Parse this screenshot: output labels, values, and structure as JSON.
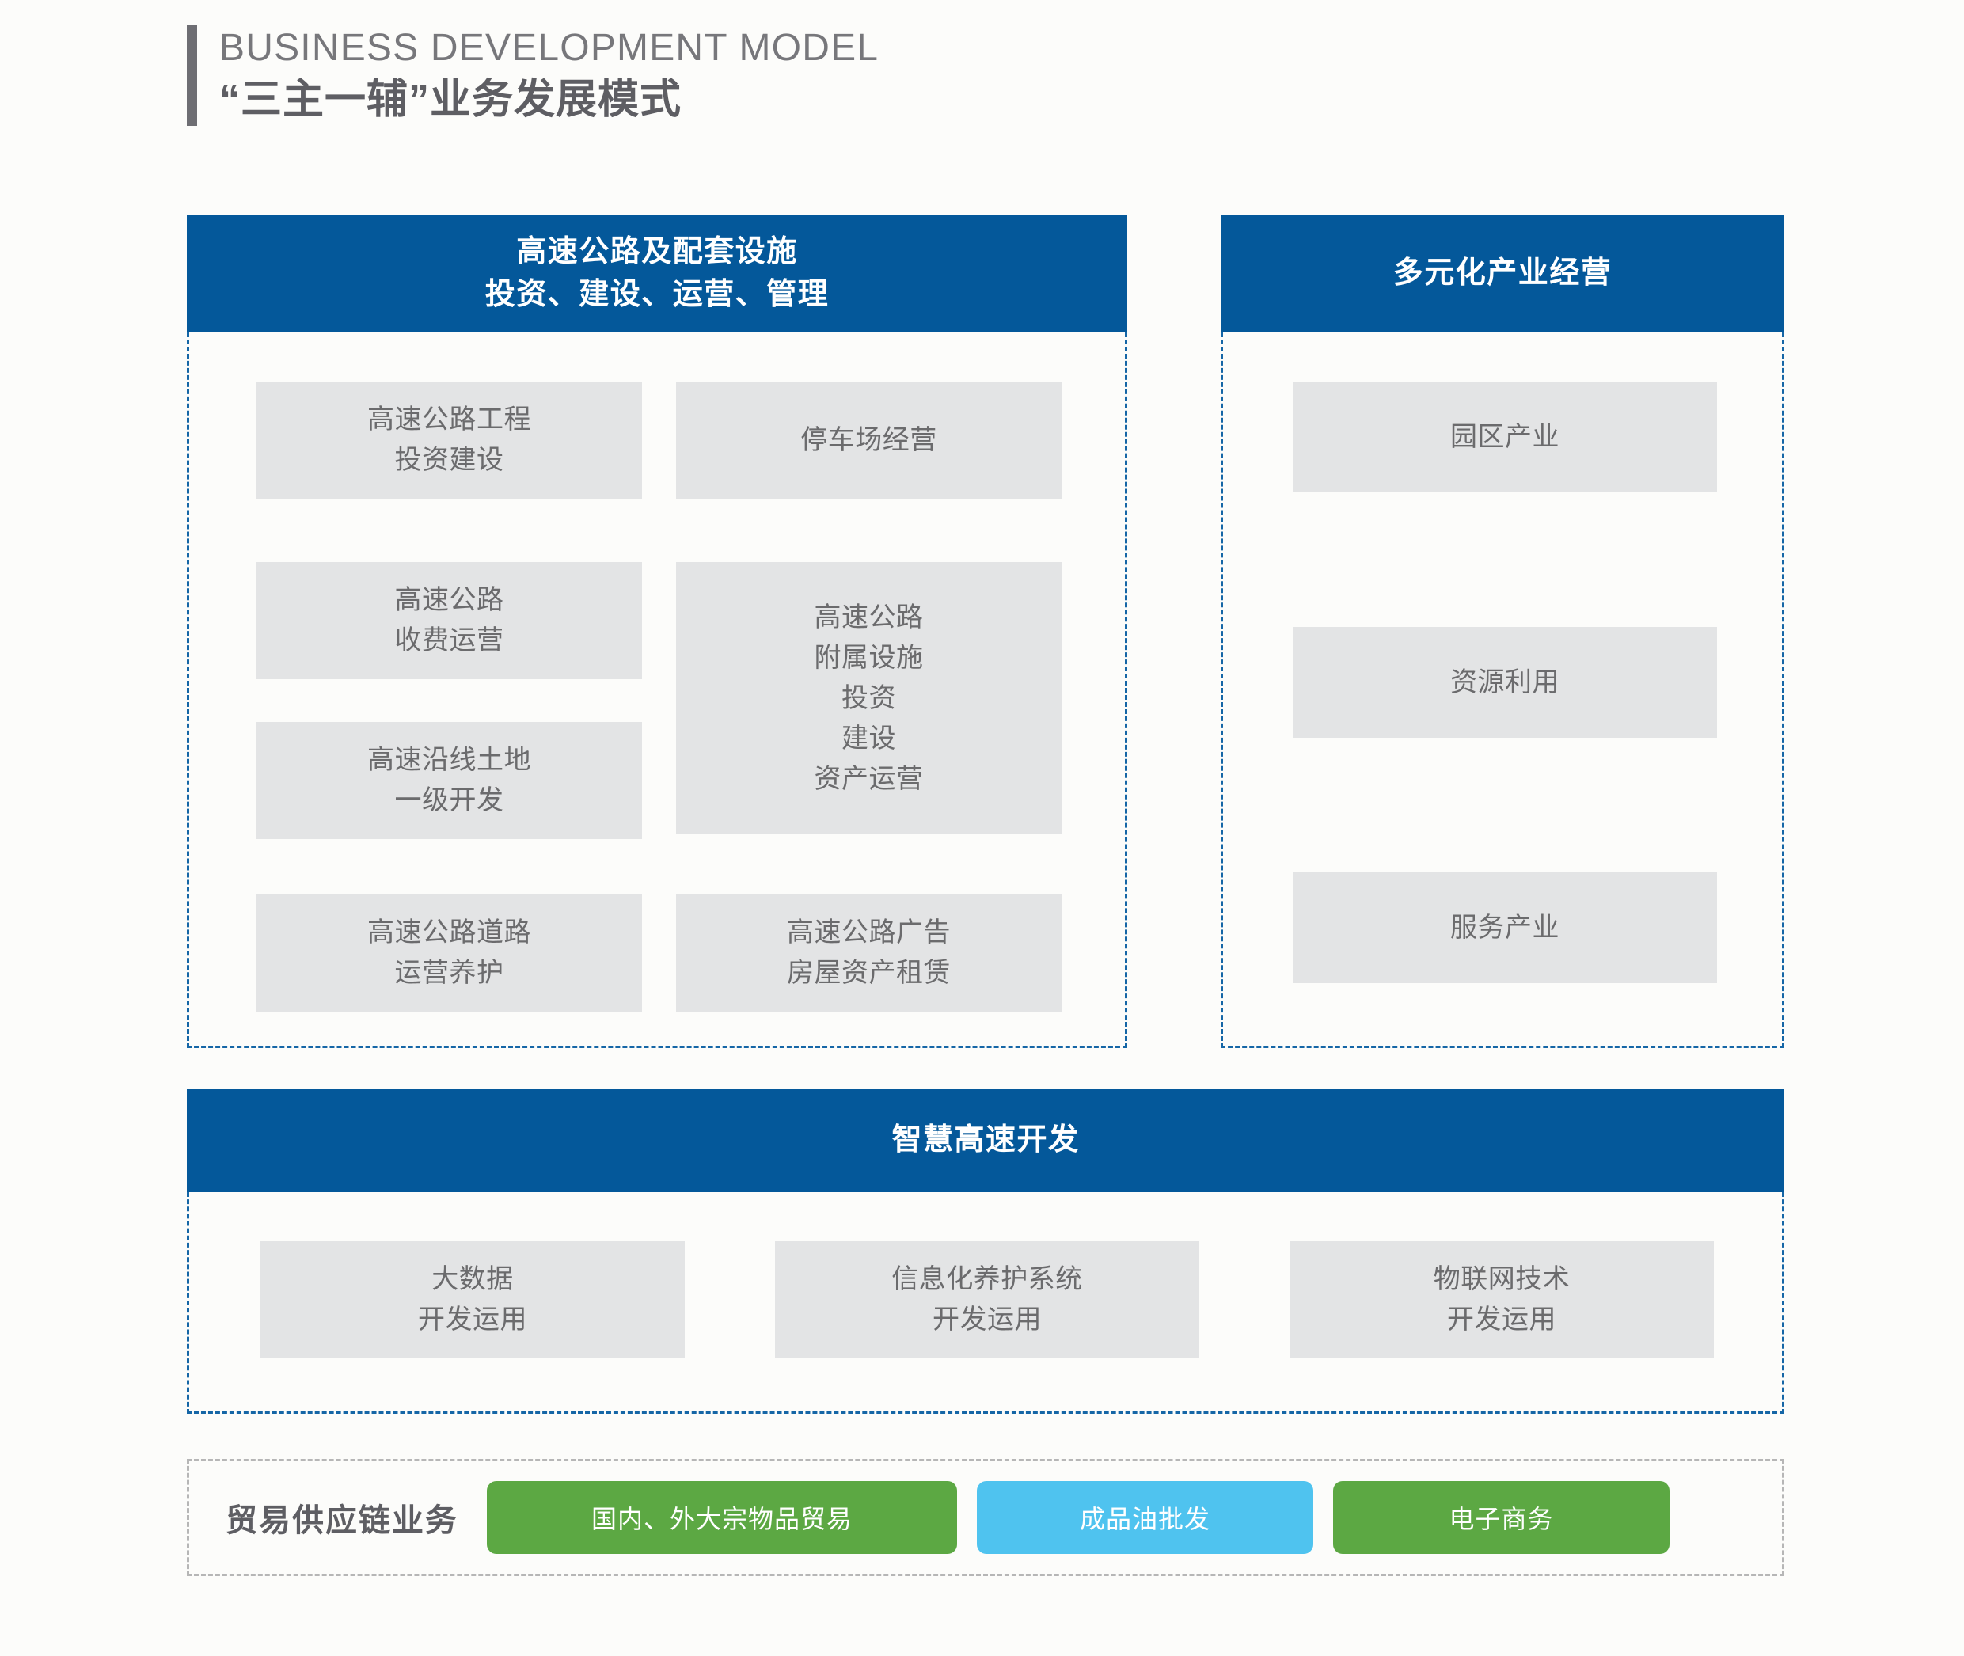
{
  "header": {
    "title_en": "BUSINESS DEVELOPMENT MODEL",
    "title_cn": "“三主一辅”业务发展模式"
  },
  "colors": {
    "brand_blue": "#04589A",
    "dashed_blue": "#1566A6",
    "dashed_gray": "#B6B6B6",
    "box_gray": "#E3E4E5",
    "text_gray": "#6B6B6D",
    "green": "#5CA843",
    "cyan": "#4FC3EF",
    "page_bg": "#FCFCFA"
  },
  "sections": {
    "highway": {
      "head_line1": "高速公路及配套设施",
      "head_line2": "投资、建设、运营、管理",
      "boxes": [
        {
          "id": "hw-b1",
          "lines": [
            "高速公路工程",
            "投资建设"
          ]
        },
        {
          "id": "hw-b2",
          "lines": [
            "停车场经营"
          ]
        },
        {
          "id": "hw-b3",
          "lines": [
            "高速公路",
            "收费运营"
          ]
        },
        {
          "id": "hw-b4",
          "lines": [
            "高速公路",
            "附属设施",
            "投资",
            "建设",
            "资产运营"
          ]
        },
        {
          "id": "hw-b5",
          "lines": [
            "高速沿线土地",
            "一级开发"
          ]
        },
        {
          "id": "hw-b6",
          "lines": [
            "高速公路道路",
            "运营养护"
          ]
        },
        {
          "id": "hw-b7",
          "lines": [
            "高速公路广告",
            "房屋资产租赁"
          ]
        }
      ]
    },
    "diversified": {
      "head_line1": "多元化产业经营",
      "boxes": [
        {
          "id": "dv-b1",
          "lines": [
            "园区产业"
          ]
        },
        {
          "id": "dv-b2",
          "lines": [
            "资源利用"
          ]
        },
        {
          "id": "dv-b3",
          "lines": [
            "服务产业"
          ]
        }
      ]
    },
    "smart": {
      "head_line1": "智慧高速开发",
      "boxes": [
        {
          "id": "sm-b1",
          "lines": [
            "大数据",
            "开发运用"
          ]
        },
        {
          "id": "sm-b2",
          "lines": [
            "信息化养护系统",
            "开发运用"
          ]
        },
        {
          "id": "sm-b3",
          "lines": [
            "物联网技术",
            "开发运用"
          ]
        }
      ]
    },
    "trade": {
      "label": "贸易供应链业务",
      "pills": [
        {
          "id": "pill-1",
          "label": "国内、外大宗物品贸易",
          "color": "#5CA843"
        },
        {
          "id": "pill-2",
          "label": "成品油批发",
          "color": "#4FC3EF"
        },
        {
          "id": "pill-3",
          "label": "电子商务",
          "color": "#5CA843"
        }
      ]
    }
  }
}
